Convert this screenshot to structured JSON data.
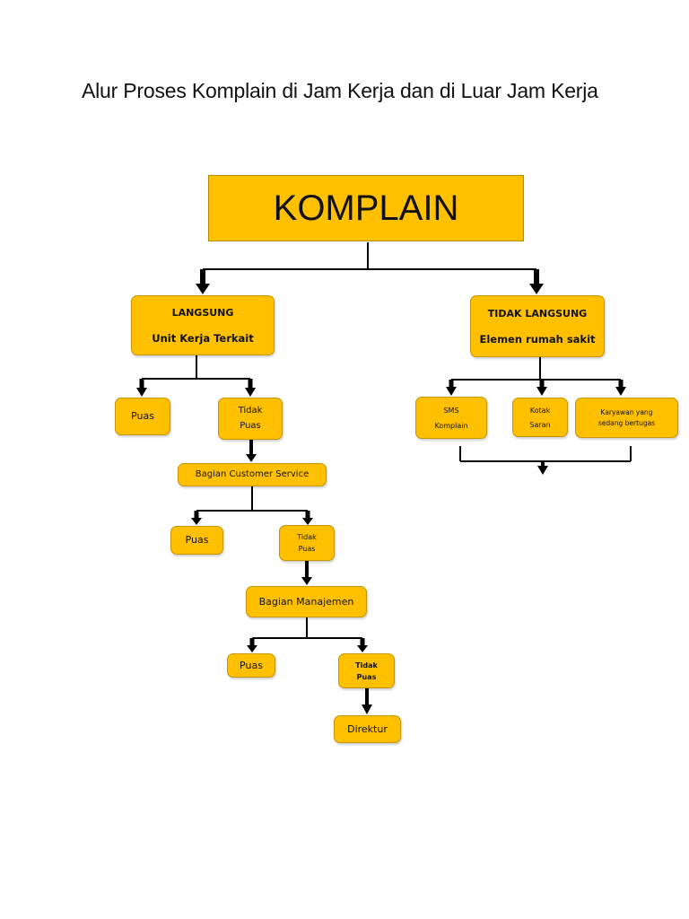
{
  "title": "Alur Proses Komplain di Jam Kerja dan di Luar Jam Kerja",
  "colors": {
    "box_fill": "#FFC000",
    "line": "#000000"
  },
  "nodes": {
    "komplain": "KOMPLAIN",
    "langsung": {
      "line1": "LANGSUNG",
      "line2": "Unit Kerja Terkait"
    },
    "tidak_langsung": {
      "line1": "TIDAK LANGSUNG",
      "line2": "Elemen rumah sakit"
    },
    "puas_1": "Puas",
    "tidak_puas_1": {
      "line1": "Tidak",
      "line2": "Puas"
    },
    "customer_service": "Bagian Customer Service",
    "puas_2": "Puas",
    "tidak_puas_2": {
      "line1": "Tidak",
      "line2": "Puas"
    },
    "manajemen": "Bagian Manajemen",
    "puas_3": "Puas",
    "tidak_puas_3": {
      "line1": "Tidak",
      "line2": "Puas"
    },
    "direktur": "Direktur",
    "sms": {
      "line1": "SMS",
      "line2": "Komplain"
    },
    "kotak": {
      "line1": "Kotak",
      "line2": "Saran"
    },
    "karyawan": {
      "line1": "Karyawan yang",
      "line2": "sedang bertugas"
    }
  }
}
